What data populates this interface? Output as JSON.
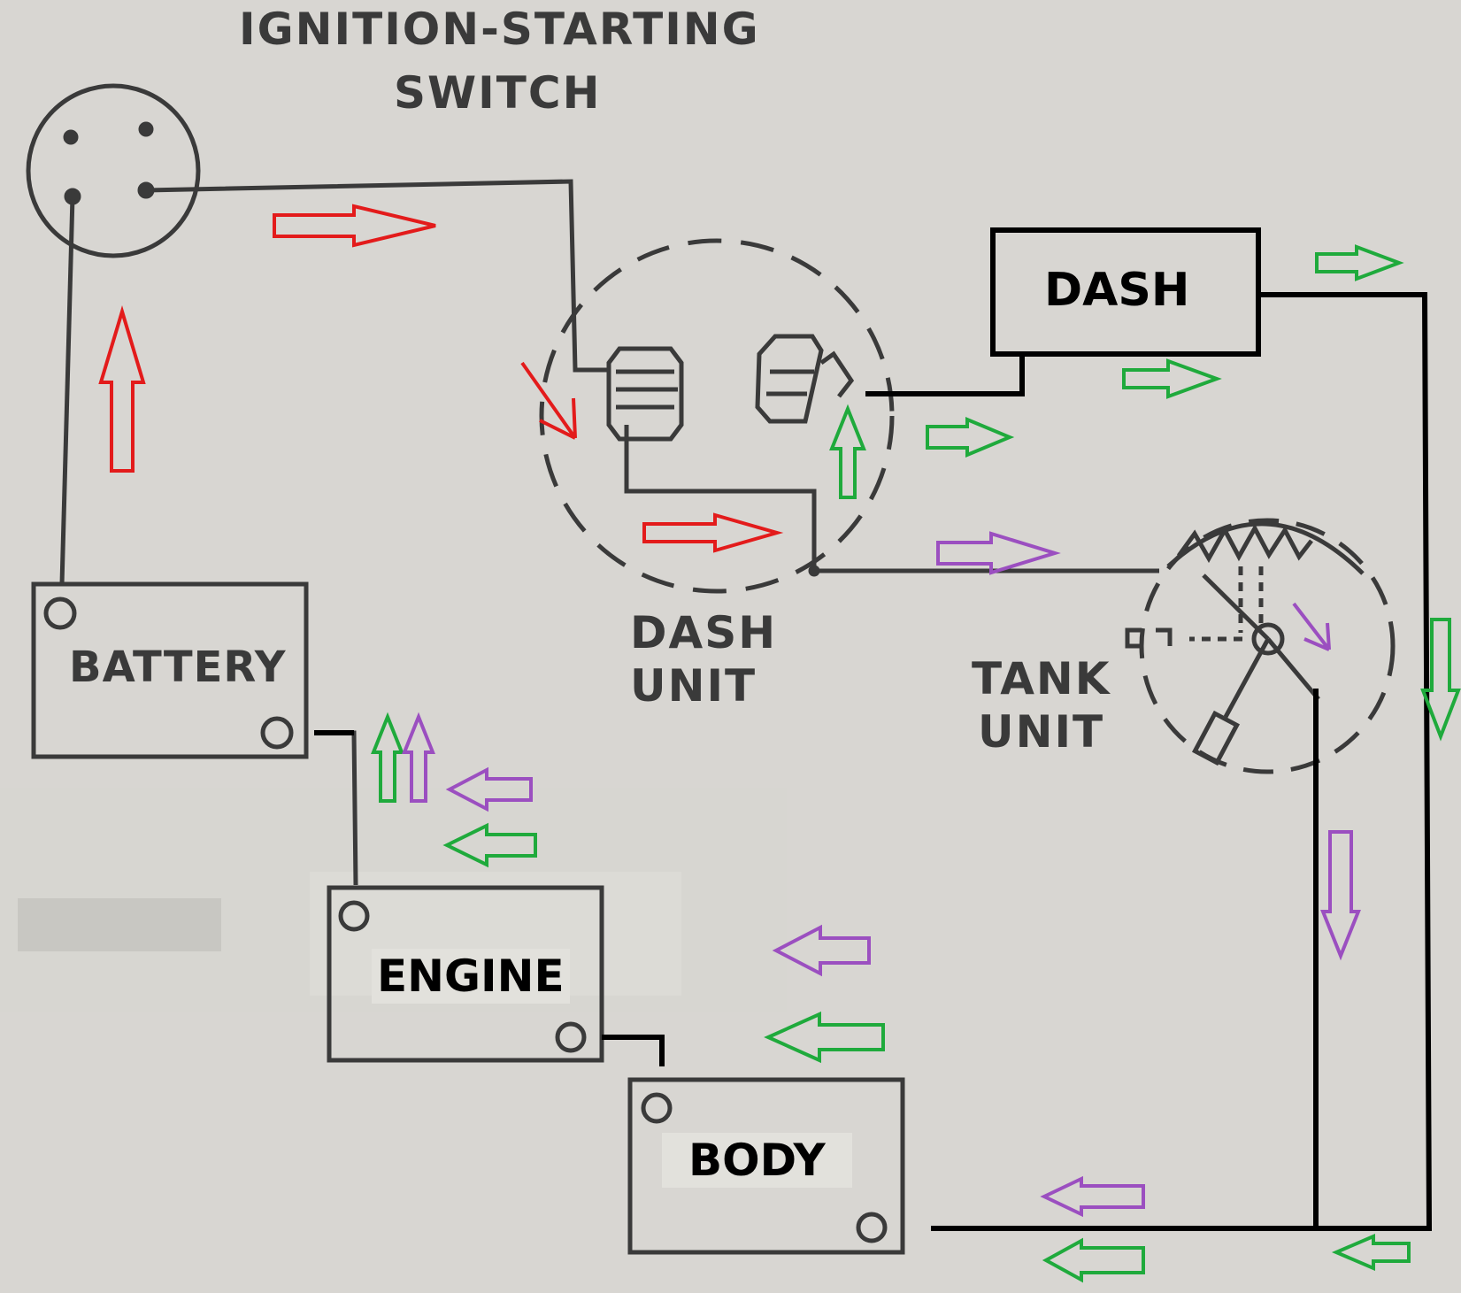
{
  "title": {
    "line1": "IGNITION-STARTING",
    "line2": "SWITCH"
  },
  "labels": {
    "dash_unit_line1": "DASH",
    "dash_unit_line2": "UNIT",
    "tank_unit_line1": "TANK",
    "tank_unit_line2": "UNIT",
    "battery": "BATTERY",
    "engine": "ENGINE",
    "body": "BODY",
    "dash": "DASH"
  },
  "colors": {
    "paper": "#d9d8d3",
    "ink": "#3a3a3a",
    "wire_added": "#000000",
    "arrow_red": "#e31b1b",
    "arrow_green": "#1faa3c",
    "arrow_purple": "#9b4fc0"
  }
}
